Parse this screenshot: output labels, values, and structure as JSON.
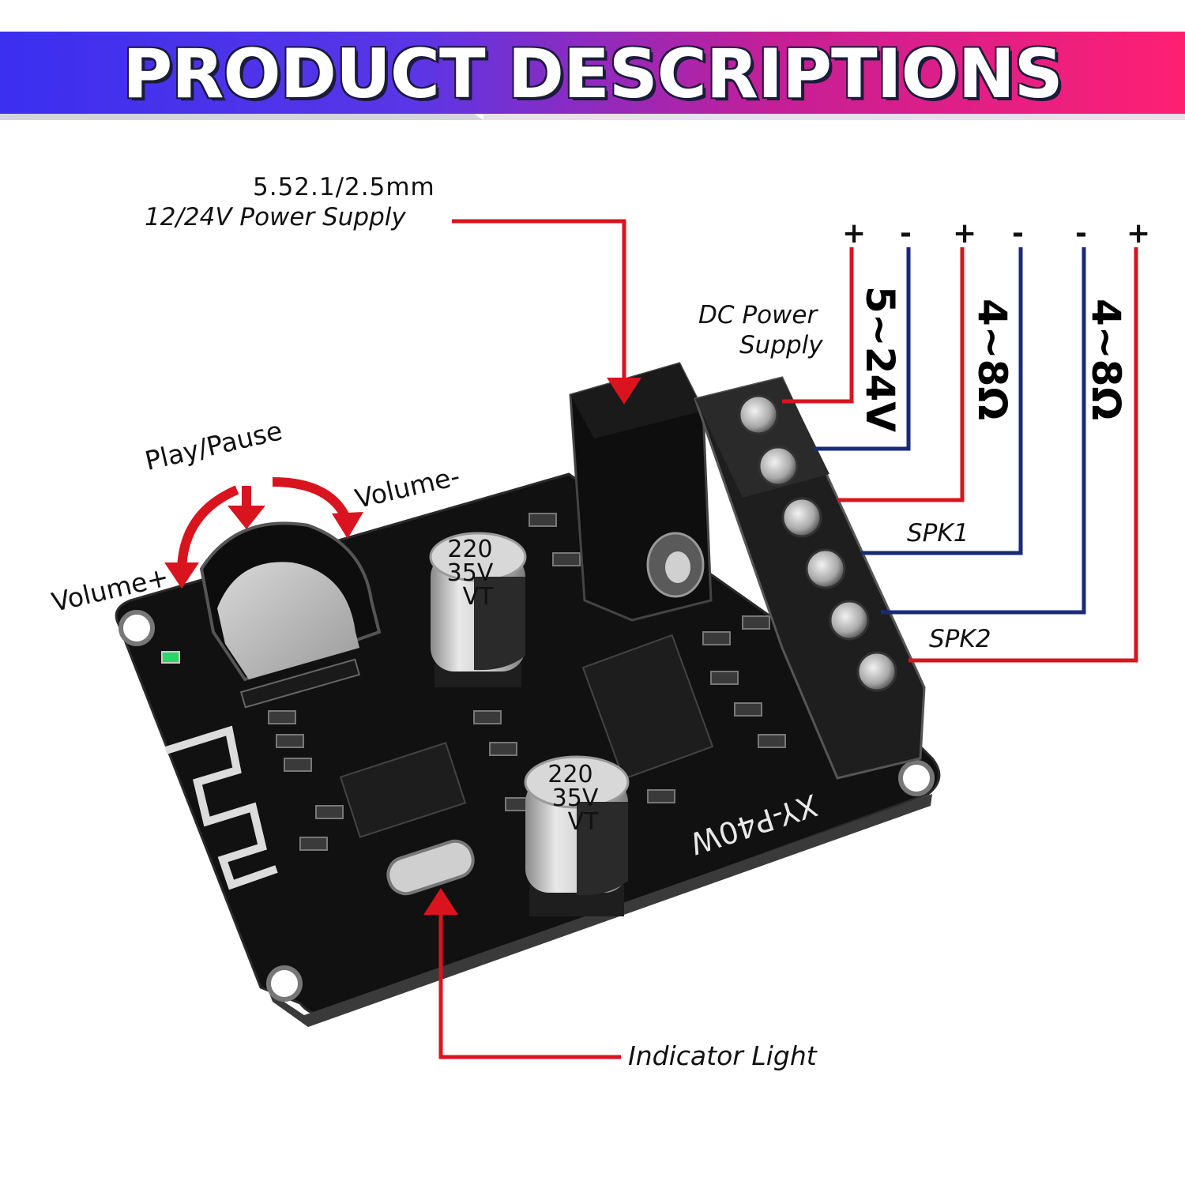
{
  "banner": {
    "title": "PRODUCT DESCRIPTIONS",
    "gradient": [
      "#3f2ef2",
      "#6a35e0",
      "#e3187d",
      "#ff1f7a"
    ]
  },
  "labels": {
    "power_jack_line1": "5.52.1/2.5mm",
    "power_jack_line2": "12/24V Power Supply",
    "dc_supply_line1": "DC Power",
    "dc_supply_line2": "Supply",
    "voltage": "5~24V",
    "impedance_spk1": "4~8Ω",
    "impedance_spk2": "4~8Ω",
    "spk1": "SPK1",
    "spk2": "SPK2",
    "play_pause": "Play/Pause",
    "volume_minus": "Volume-",
    "volume_plus": "Volume+",
    "indicator_light": "Indicator Light"
  },
  "polarity": [
    "+",
    "-",
    "+",
    "-",
    "-",
    "+"
  ],
  "board": {
    "model": "XY-P40W",
    "cap1": [
      "220",
      "35V",
      "VT"
    ],
    "cap2": [
      "220",
      "35V",
      "VT"
    ]
  },
  "colors": {
    "red_line": "#d9141e",
    "blue_line": "#1a2a7a",
    "pcb": "#141414",
    "terminal": "#1e1e1e"
  }
}
